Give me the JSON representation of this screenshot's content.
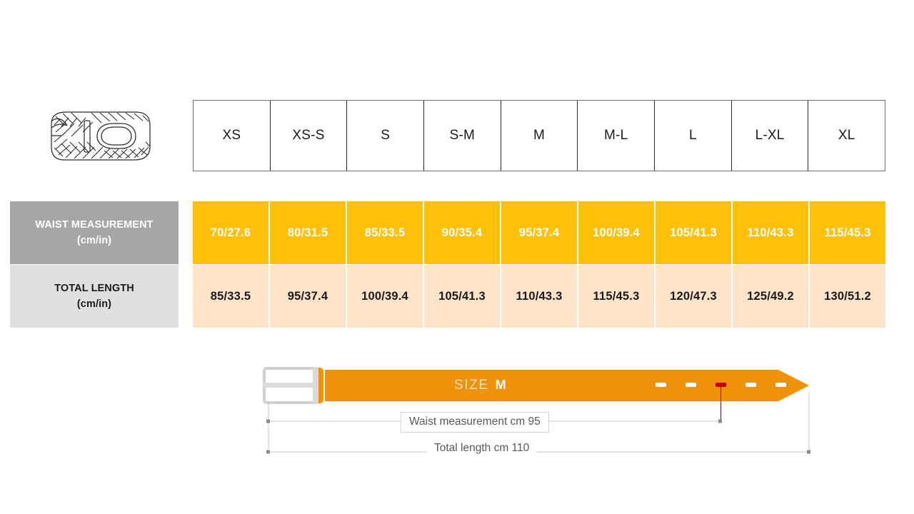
{
  "product": {
    "icon_name": "woven-belt-illustration"
  },
  "size_table": {
    "sizes": [
      "XS",
      "XS-S",
      "S",
      "S-M",
      "M",
      "M-L",
      "L",
      "L-XL",
      "XL"
    ],
    "rows": [
      {
        "label_line1": "WAIST MEASUREMENT",
        "label_line2": "(cm/in)",
        "values": [
          "70/27.6",
          "80/31.5",
          "85/33.5",
          "90/35.4",
          "95/37.4",
          "100/39.4",
          "105/41.3",
          "110/43.3",
          "115/45.3"
        ]
      },
      {
        "label_line1": "TOTAL LENGTH",
        "label_line2": "(cm/in)",
        "values": [
          "85/33.5",
          "95/37.4",
          "100/39.4",
          "105/41.3",
          "110/43.3",
          "115/45.3",
          "120/47.3",
          "125/49.2",
          "130/51.2"
        ]
      }
    ]
  },
  "belt_diagram": {
    "size_prefix": "SIZE",
    "size_value": "M",
    "waist_dimension_label": "Waist measurement cm 95",
    "total_length_dimension_label": "Total length cm 110",
    "holes_count": 5,
    "highlighted_hole_index": 2
  },
  "colors": {
    "waist_row_fill": "#ffc107",
    "length_row_fill": "#fde4c8",
    "waist_label_fill": "#a6a6a6",
    "length_label_fill": "#e0e0e0",
    "belt_strap": "#ef9209",
    "belt_buckle": "#d9d9d9",
    "highlight_hole": "#c00000",
    "dimension_line": "#b5b5b5"
  }
}
